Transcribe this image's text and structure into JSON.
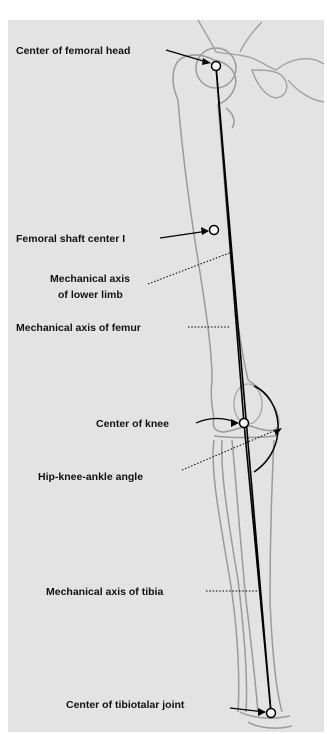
{
  "labels": {
    "femoral_head": "Center of femoral head",
    "femoral_shaft_center": "Femoral shaft center I",
    "mech_axis_lower_limb_line1": "Mechanical axis",
    "mech_axis_lower_limb_line2": "of lower limb",
    "mech_axis_femur": "Mechanical axis of femur",
    "knee_center": "Center of knee",
    "hka_angle": "Hip-knee-ankle angle",
    "mech_axis_tibia": "Mechanical axis of tibia",
    "tibiotalar_center": "Center of tibiotalar joint"
  },
  "colors": {
    "background": "#ffffff",
    "panel": "#e2e2e2",
    "bone_outline": "#9a9a9a",
    "axis_line": "#000000",
    "label_text": "#111111"
  }
}
